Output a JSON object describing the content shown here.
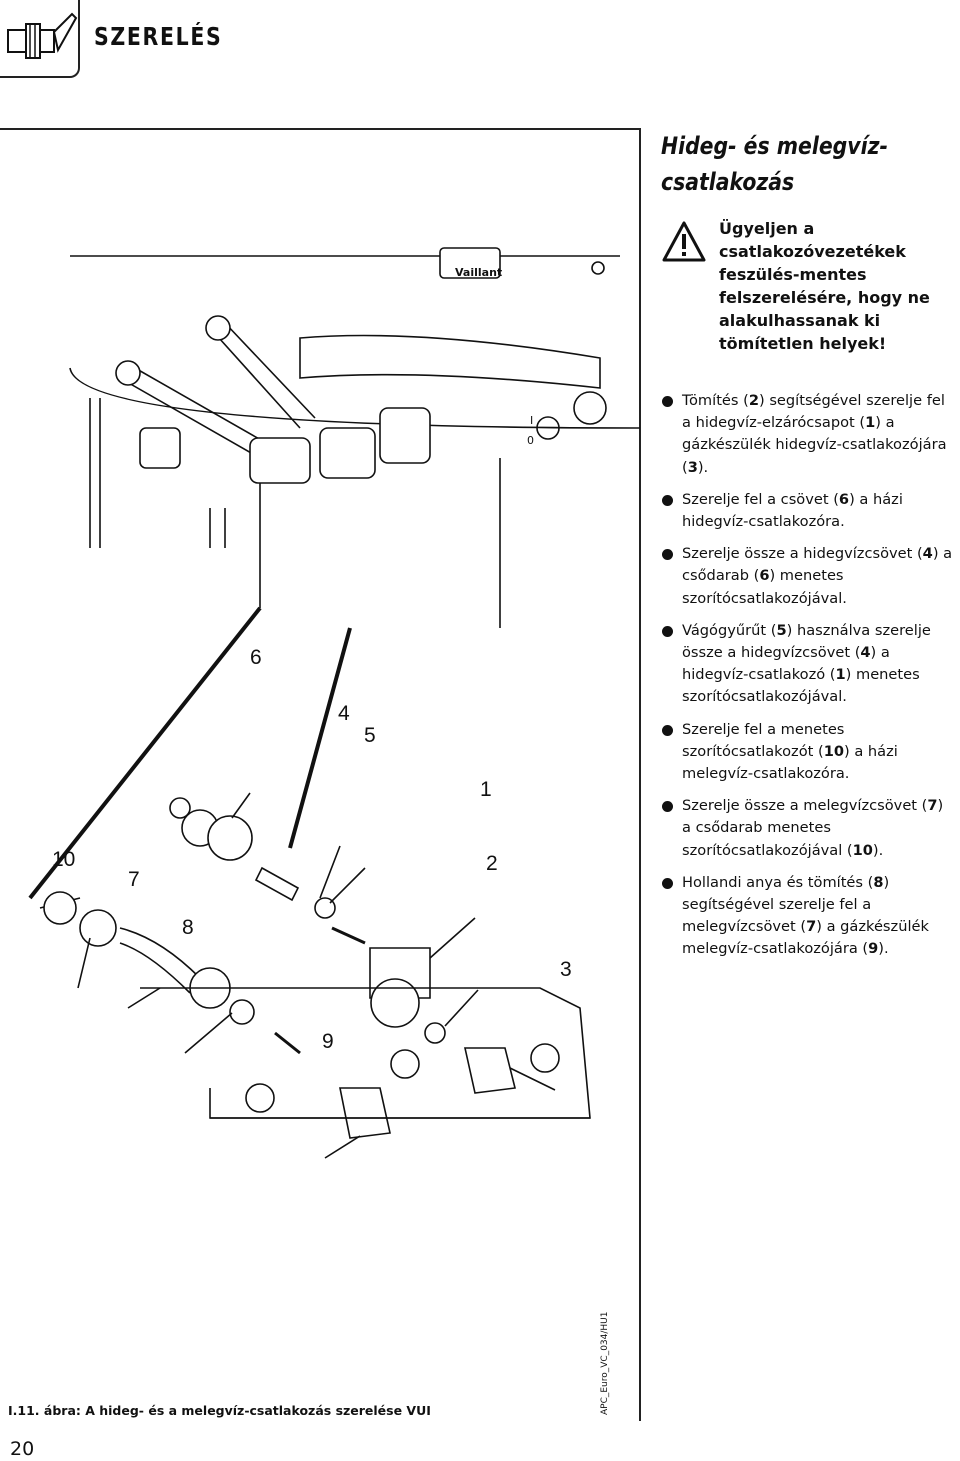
{
  "header": {
    "title": "SZERELÉS",
    "icon": "wrench-pipe-icon"
  },
  "section": {
    "title_line1": "Hideg- és melegvíz-",
    "title_line2": "csatlakozás"
  },
  "warning": {
    "icon": "warning-triangle-icon",
    "text": "Ügyeljen a csatlakozóvezetékek feszülés-mentes felszerelésére, hogy ne alakulhassanak ki tömítetlen helyek!"
  },
  "steps": [
    {
      "pre": "Tömítés (",
      "b1": "2",
      "mid1": ") segítségével szerelje fel a hidegvíz-elzárócsapot (",
      "b2": "1",
      "mid2": ") a gázkészülék hidegvíz-csatlakozójára (",
      "b3": "3",
      "post": ")."
    },
    {
      "pre": "Szerelje fel a csövet (",
      "b1": "6",
      "mid1": ") a házi hidegvíz-csatlakozóra.",
      "b2": "",
      "mid2": "",
      "b3": "",
      "post": ""
    },
    {
      "pre": "Szerelje össze a hidegvízcsövet (",
      "b1": "4",
      "mid1": ") a csődarab (",
      "b2": "6",
      "mid2": ") menetes szorítócsatlakozójával.",
      "b3": "",
      "post": ""
    },
    {
      "pre": "Vágógyűrűt (",
      "b1": "5",
      "mid1": ") használva szerelje össze a hidegvízcsövet (",
      "b2": "4",
      "mid2": ") a hidegvíz-csatlakozó (",
      "b3": "1",
      "post": ") menetes szorítócsatlakozójával."
    },
    {
      "pre": "Szerelje fel a menetes szorítócsatlakozót (",
      "b1": "10",
      "mid1": ") a házi melegvíz-csatlakozóra.",
      "b2": "",
      "mid2": "",
      "b3": "",
      "post": ""
    },
    {
      "pre": "Szerelje össze a melegvízcsövet (",
      "b1": "7",
      "mid1": ") a csődarab menetes szorítócsatlakozójával (",
      "b2": "10",
      "mid2": ").",
      "b3": "",
      "post": ""
    },
    {
      "pre": "Hollandi anya és tömítés (",
      "b1": "8",
      "mid1": ") segítségével szerelje fel a melegvízcsövet (",
      "b2": "7",
      "mid2": ") a gázkészülék melegvíz-csatlakozójára (",
      "b3": "9",
      "post": ")."
    }
  ],
  "figure": {
    "brand": "Vaillant",
    "callouts": {
      "c1": "1",
      "c2": "2",
      "c3": "3",
      "c4": "4",
      "c5": "5",
      "c6": "6",
      "c7": "7",
      "c8": "8",
      "c9": "9",
      "c10": "10"
    },
    "dial_labels": {
      "i": "I",
      "o": "0"
    }
  },
  "caption": "I.11. ábra: A hideg- és a melegvíz-csatlakozás szerelése VUI",
  "doc_code": "APC_Euro_VC_034/HU1",
  "page_number": "20"
}
